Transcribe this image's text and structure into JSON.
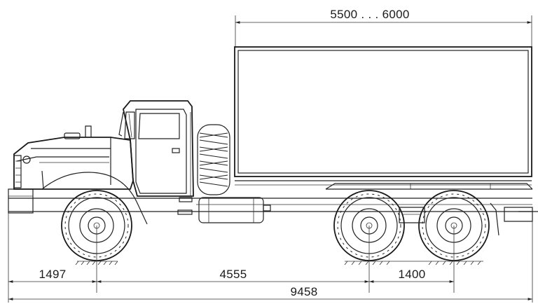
{
  "dimensions": {
    "body_length": "5500 . . . 6000",
    "front_overhang": "1497",
    "wheelbase": "4555",
    "rear_axle_spacing": "1400",
    "overall_length": "9458"
  },
  "vehicle": {
    "parts": [
      "cab",
      "cargo-box",
      "spare-wheel",
      "fuel-tank",
      "front-wheel",
      "rear-wheel-1",
      "rear-wheel-2"
    ]
  },
  "colors": {
    "line": "#1a1a1a",
    "background": "#ffffff"
  }
}
